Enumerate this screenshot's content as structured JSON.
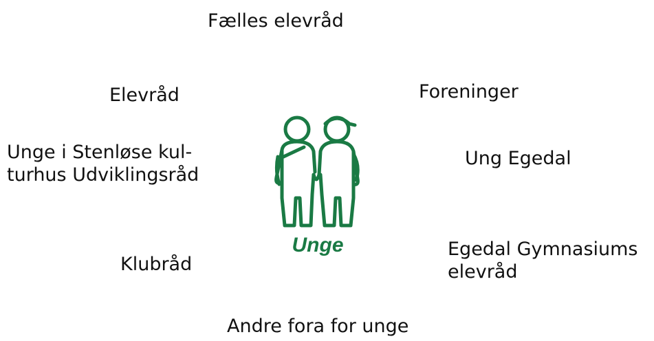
{
  "nodes": {
    "faelles_elevraad": "Fælles elevråd",
    "elevraad": "Elevråd",
    "foreninger": "Foreninger",
    "unge_stenloese_line1": "Unge i Stenløse kul-",
    "unge_stenloese_line2": "turhus Udviklingsråd",
    "ung_egedal": "Ung Egedal",
    "klubraad": "Klubråd",
    "egedal_gym_line1": "Egedal Gymnasiums",
    "egedal_gym_line2": "elevråd",
    "andre_fora": "Andre fora for unge"
  },
  "center": {
    "label": "Unge",
    "icon": "two-youths-icon",
    "color": "#1a7a44"
  }
}
